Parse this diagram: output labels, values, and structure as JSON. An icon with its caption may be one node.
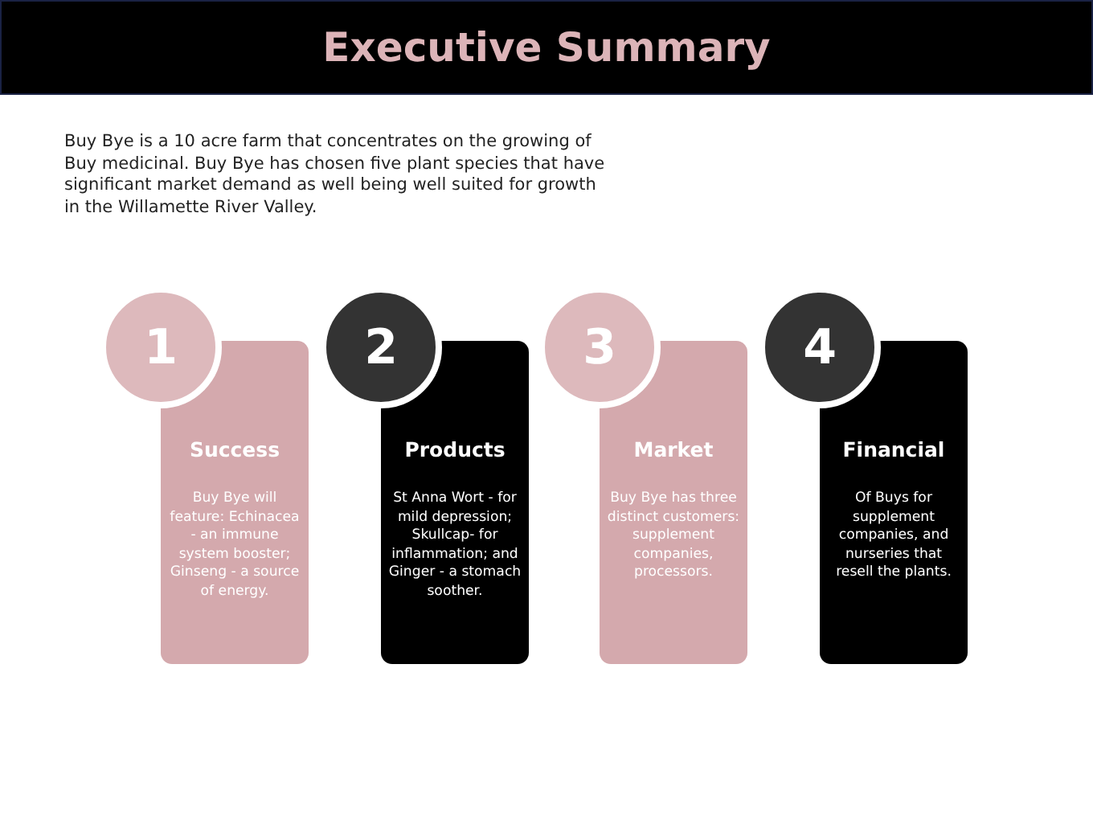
{
  "diagram": {
    "title": "Executive Summary",
    "nodes": [
      {
        "text": [
          "1"
        ]
      },
      {
        "text": [
          "Success",
          "Buy Bye will feature: Echinacea - an immune system booster; Ginseng - a source of energy."
        ]
      },
      {
        "text": [
          "2"
        ]
      },
      {
        "text": [
          "Products",
          "St Anna Wort - for mild depression; Skullcap- for inflammation; and Ginger - a stomach soother."
        ]
      },
      {
        "text": [
          "3"
        ]
      },
      {
        "text": [
          "Market",
          "Buy Bye has three distinct customers: supplement companies, processors."
        ]
      },
      {
        "text": [
          "4"
        ]
      },
      {
        "text": [
          "Financial",
          "Of Buys for supplement companies, and nurseries that resell the plants."
        ]
      }
    ],
    "labels": [
      "Buy Bye is a 10 acre farm that concentrates on the growing of Buy medicinal. Buy Bye has chosen five plant species that have significant market demand as well being well suited for growth in the Willamette River Valley."
    ]
  }
}
